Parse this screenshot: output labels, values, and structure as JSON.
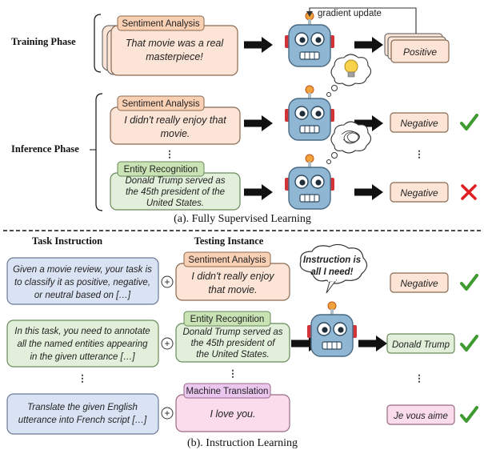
{
  "training": {
    "phase_label": "Training Phase",
    "task_tag": "Sentiment Analysis",
    "input_line1": "That movie was a real",
    "input_line2": "masterpiece!",
    "output": "Positive",
    "gradient_label": "gradient update"
  },
  "inference": {
    "phase_label": "Inference Phase",
    "row1": {
      "task_tag": "Sentiment Analysis",
      "input_line1": "I didn't really enjoy that",
      "input_line2": "movie.",
      "output": "Negative"
    },
    "ellipsis": "⋮",
    "row2": {
      "task_tag": "Entity Recognition",
      "input_line1": "Donald Trump served as",
      "input_line2": "the 45th president of the",
      "input_line3": "United States.",
      "output": "Negative"
    }
  },
  "caption_a": "(a). Fully Supervised Learning",
  "instruction": {
    "col_task_instruction": "Task Instruction",
    "col_testing_instance": "Testing Instance",
    "bubble_line1": "Instruction is",
    "bubble_line2": "all I need!",
    "plus": "+",
    "ellipsis": "⋮",
    "rows": [
      {
        "instr_line1": "Given a movie review, your task is",
        "instr_line2": "to classify it as positive, negative,",
        "instr_line3": "or neutral based on […]",
        "task_tag": "Sentiment Analysis",
        "input_line1": "I didn't really enjoy",
        "input_line2": "that movie.",
        "output": "Negative"
      },
      {
        "instr_line1": "In this task, you need to annotate",
        "instr_line2": "all the named entities appearing",
        "instr_line3": "in the given utterance […]",
        "task_tag": "Entity Recognition",
        "input_line1": "Donald Trump served as",
        "input_line2": "the 45th president of",
        "input_line3": "the United States.",
        "output": "Donald Trump"
      },
      {
        "instr_line1": "Translate the given English",
        "instr_line2": "utterance into French script […]",
        "task_tag": "Machine Translation",
        "input_line1": "I love you.",
        "output": "Je vous aime"
      }
    ]
  },
  "caption_b": "(b). Instruction Learning",
  "colors": {
    "peach_box": "#FCE4D6",
    "peach_border": "#C0A080",
    "green_box": "#E2EFDA",
    "blue_box": "#DAE3F3",
    "pink_box": "#FADCEC",
    "pink_tag": "#EBC7F0",
    "check_green": "#3E9B2F",
    "cross_red": "#E02020",
    "robot_face": "#8FB7D3"
  }
}
